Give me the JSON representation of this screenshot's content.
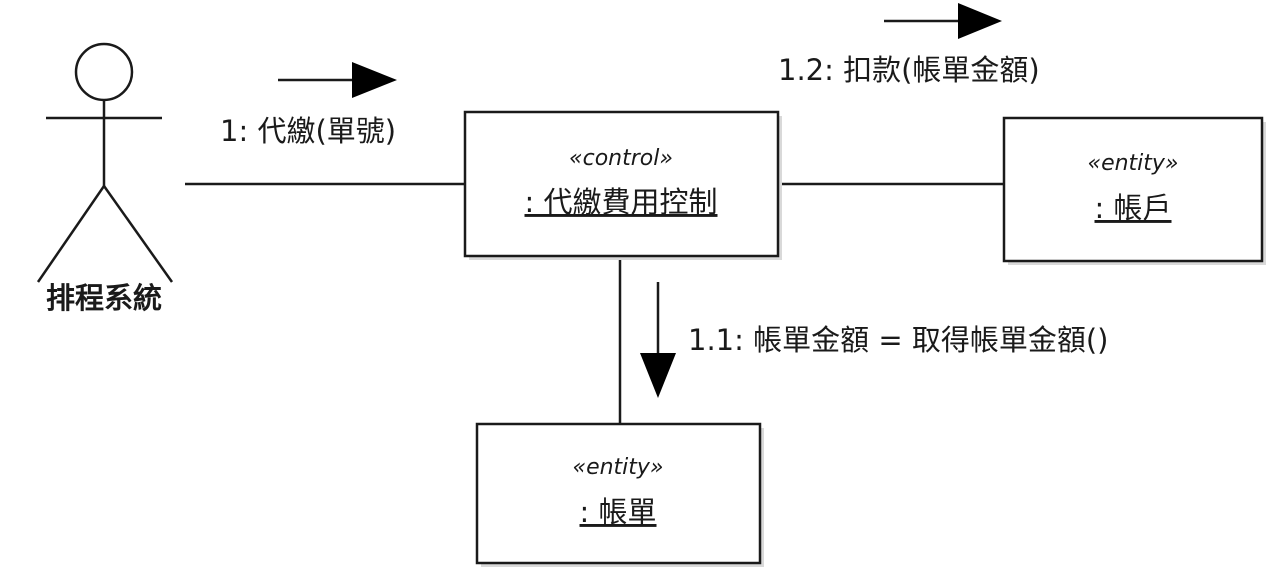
{
  "actor": {
    "name": "排程系統"
  },
  "objects": {
    "controller": {
      "stereotype": "«control»",
      "name": ": 代繳費用控制"
    },
    "account": {
      "stereotype": "«entity»",
      "name": ": 帳戶"
    },
    "bill": {
      "stereotype": "«entity»",
      "name": ": 帳單"
    }
  },
  "messages": {
    "m1": "1: 代繳(單號)",
    "m1_1": "1.1: 帳單金額 = 取得帳單金額()",
    "m1_2": "1.2: 扣款(帳單金額)"
  }
}
